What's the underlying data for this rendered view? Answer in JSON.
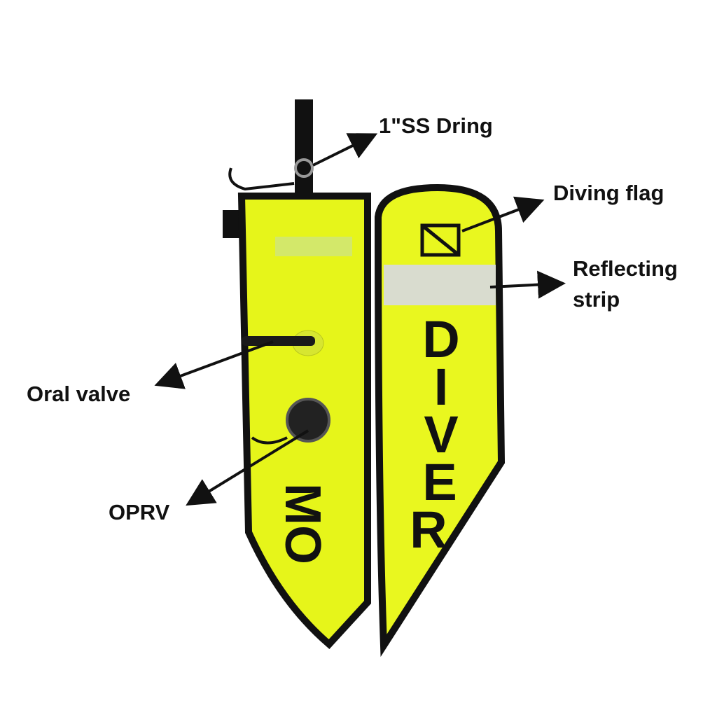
{
  "callouts": {
    "dring": "1\"SS Dring",
    "diving_flag": "Diving flag",
    "reflecting_strip_line1": "Reflecting",
    "reflecting_strip_line2": "strip",
    "oral_valve": "Oral valve",
    "oprv": "OPRV"
  },
  "product_text": {
    "right_panel": [
      "D",
      "I",
      "V",
      "E",
      "R"
    ],
    "left_panel": "MO"
  },
  "colors": {
    "buoy_yellow": "#e6f51a",
    "trim": "#111111",
    "reflector": "#d9dccf"
  }
}
